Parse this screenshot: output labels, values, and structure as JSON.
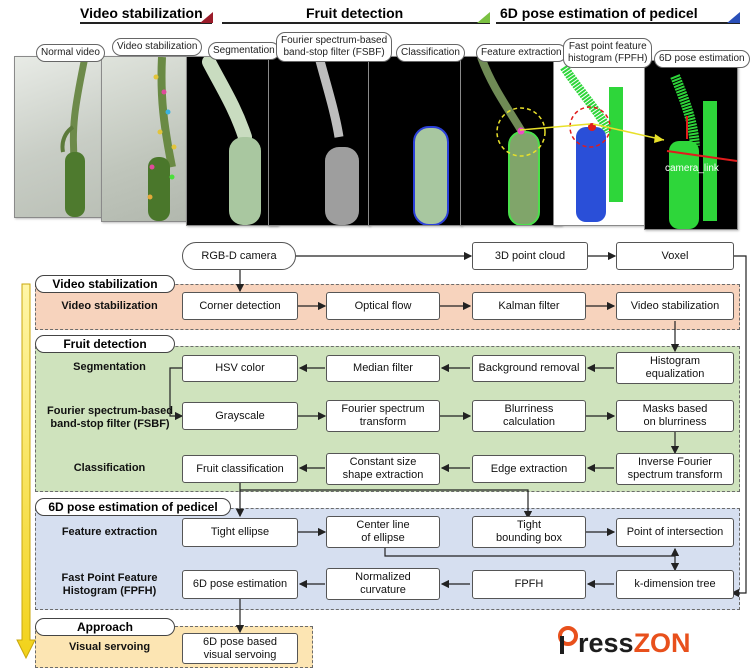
{
  "stages": {
    "video_stabilization": "Video stabilization",
    "fruit_detection": "Fruit detection",
    "pose_estimation": "6D pose estimation of pedicel"
  },
  "panels": [
    {
      "label": "Normal video"
    },
    {
      "label": "Video stabilization"
    },
    {
      "label": "Segmentation"
    },
    {
      "label": "Fourier spectrum-based\nband-stop filter (FSBF)"
    },
    {
      "label": "Classification"
    },
    {
      "label": "Feature extraction"
    },
    {
      "label": "Fast point feature\nhistogram (FPFH)"
    },
    {
      "label": "6D pose estimation"
    }
  ],
  "panel_annotations": {
    "camera_link": "camera_link"
  },
  "top_nodes": {
    "rgbd": "RGB-D camera",
    "point_cloud": "3D point cloud",
    "voxel": "Voxel"
  },
  "sections": {
    "video": {
      "title": "Video stabilization",
      "row_label": "Video stabilization",
      "nodes": [
        "Corner detection",
        "Optical flow",
        "Kalman filter",
        "Video stabilization"
      ],
      "color": "#f7d3bd"
    },
    "fruit": {
      "title": "Fruit detection",
      "row_labels": [
        "Segmentation",
        "Fourier spectrum-based\nband-stop filter (FSBF)",
        "Classification"
      ],
      "row1": [
        "HSV color",
        "Median filter",
        "Background removal",
        "Histogram\nequalization"
      ],
      "row2": [
        "Grayscale",
        "Fourier spectrum\ntransform",
        "Blurriness\ncalculation",
        "Masks based\non blurriness"
      ],
      "row3": [
        "Fruit classification",
        "Constant size\nshape extraction",
        "Edge extraction",
        "Inverse Fourier\nspectrum transform"
      ],
      "color": "#cfe3bd"
    },
    "pose": {
      "title": "6D pose estimation of pedicel",
      "row_labels": [
        "Feature extraction",
        "Fast Point Feature\nHistogram (FPFH)"
      ],
      "row1": [
        "Tight ellipse",
        "Center line\nof ellipse",
        "Tight\nbounding box",
        "Point of intersection"
      ],
      "row2": [
        "6D pose estimation",
        "Normalized\ncurvature",
        "FPFH",
        "k-dimension tree"
      ],
      "color": "#d6dff0"
    },
    "approach": {
      "title": "Approach",
      "row_label": "Visual servoing",
      "node": "6D pose based\nvisual servoing",
      "color": "#fce5b3"
    }
  },
  "logo": {
    "part1": "ress",
    "part2": "ZON"
  }
}
